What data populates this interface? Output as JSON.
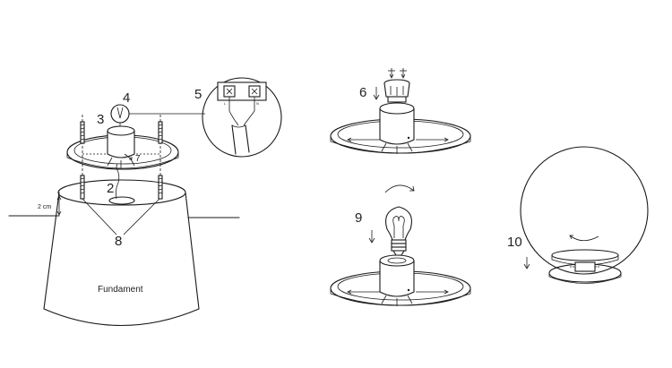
{
  "steps": {
    "s2": "2",
    "s3": "3",
    "s4": "4",
    "s5": "5",
    "s6": "6",
    "s7": "7",
    "s8": "8",
    "s9": "9",
    "s10": "10"
  },
  "labels": {
    "depth": "2 cm",
    "foundation": "Fundament",
    "terminal_l": "L",
    "terminal_n": "N"
  }
}
